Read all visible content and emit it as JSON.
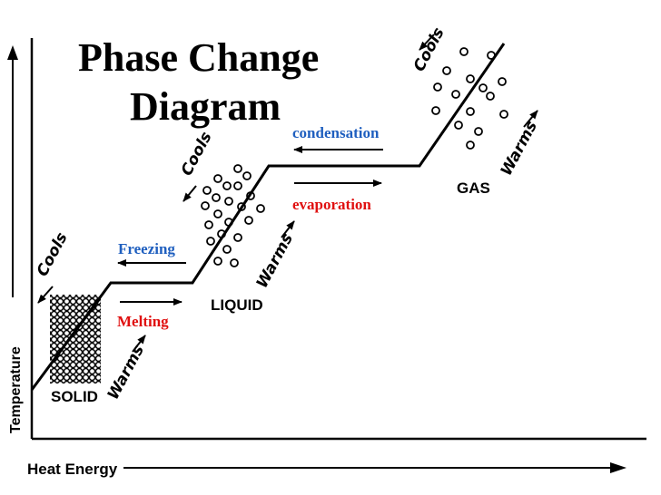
{
  "title": {
    "line1": "Phase Change",
    "line2": "Diagram"
  },
  "axes": {
    "y_label": "Temperature",
    "x_label": "Heat Energy"
  },
  "phases": {
    "solid": "SOLID",
    "liquid": "LIQUID",
    "gas": "GAS"
  },
  "slope_labels": {
    "cools": "Cools",
    "warms": "Warms"
  },
  "processes": {
    "freezing": "Freezing",
    "melting": "Melting",
    "condensation": "condensation",
    "evaporation": "evaporation"
  },
  "colors": {
    "cool_process": "#1f5fbf",
    "warm_process": "#e01010",
    "ink": "#000000"
  }
}
